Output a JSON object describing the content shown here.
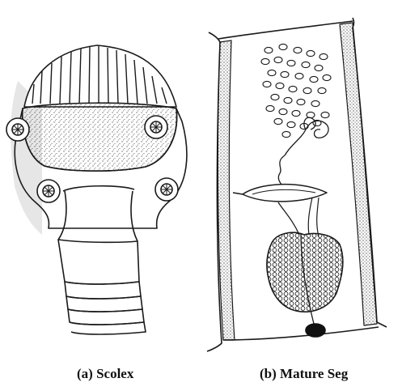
{
  "figure": {
    "panels": [
      {
        "id": "a",
        "caption": "(a) Scolex"
      },
      {
        "id": "b",
        "caption": "(b) Mature Seg"
      }
    ],
    "colors": {
      "ink": "#1a1a1a",
      "stipple": "#333333",
      "shadow": "#e4e4e4",
      "background": "#ffffff"
    }
  }
}
